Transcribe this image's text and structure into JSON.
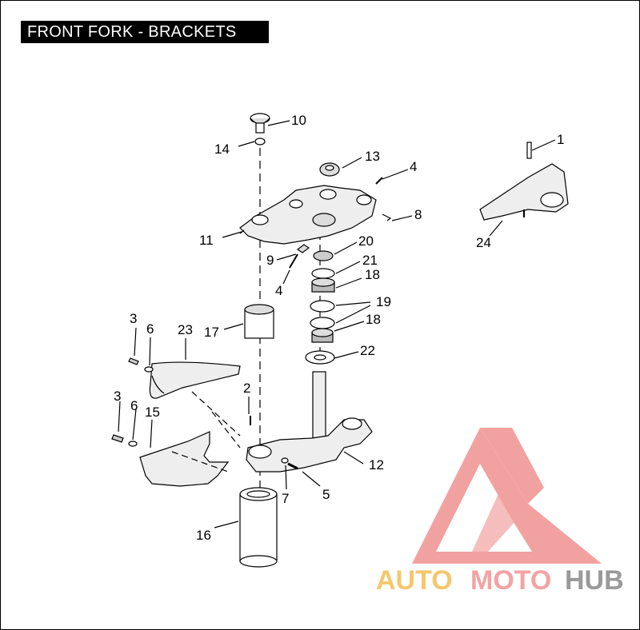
{
  "title": "FRONT FORK - BRACKETS",
  "callouts": [
    "1",
    "2",
    "3",
    "3",
    "4",
    "4",
    "5",
    "6",
    "6",
    "7",
    "8",
    "9",
    "10",
    "11",
    "12",
    "13",
    "14",
    "15",
    "16",
    "17",
    "18",
    "18",
    "19",
    "20",
    "21",
    "22",
    "23",
    "24"
  ],
  "watermark": {
    "part1": "AUTO",
    "part2": "MOTO",
    "part3": "HUB",
    "color1": "#f5c76b",
    "color2": "#f3a3a3",
    "color3": "#9a9a9a",
    "logo_color": "#f08a8a"
  }
}
